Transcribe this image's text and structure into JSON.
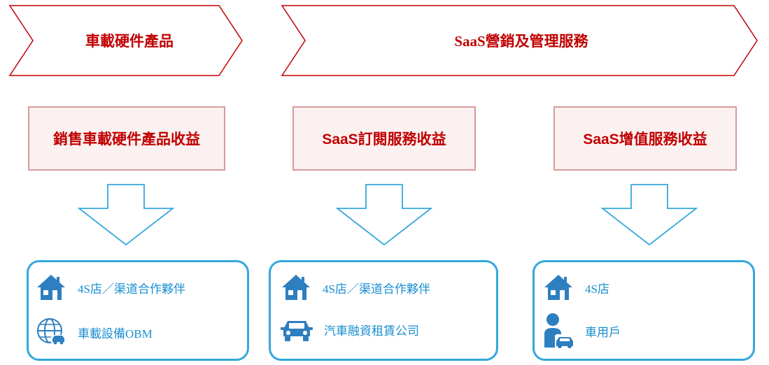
{
  "headers": [
    {
      "label": "車載硬件產品"
    },
    {
      "label": "SaaS營銷及管理服務"
    }
  ],
  "revenues": [
    {
      "label": "銷售車載硬件產品收益"
    },
    {
      "label": "SaaS訂閱服務收益"
    },
    {
      "label": "SaaS增值服務收益"
    }
  ],
  "clients": [
    {
      "items": [
        {
          "icon": "house-icon",
          "label": "4S店／渠道合作夥伴"
        },
        {
          "icon": "globe-car-icon",
          "label": "車載設備OBM"
        }
      ]
    },
    {
      "items": [
        {
          "icon": "house-icon",
          "label": "4S店／渠道合作夥伴"
        },
        {
          "icon": "car-icon",
          "label": "汽車融資租賃公司"
        }
      ]
    },
    {
      "items": [
        {
          "icon": "house-icon",
          "label": "4S店"
        },
        {
          "icon": "person-car-icon",
          "label": "車用戶"
        }
      ]
    }
  ],
  "colors": {
    "red": "#c00000",
    "red_border": "#d99a9a",
    "red_fill": "#fcf1f1",
    "blue": "#35a7dd",
    "icon_blue": "#2e7fc0"
  }
}
